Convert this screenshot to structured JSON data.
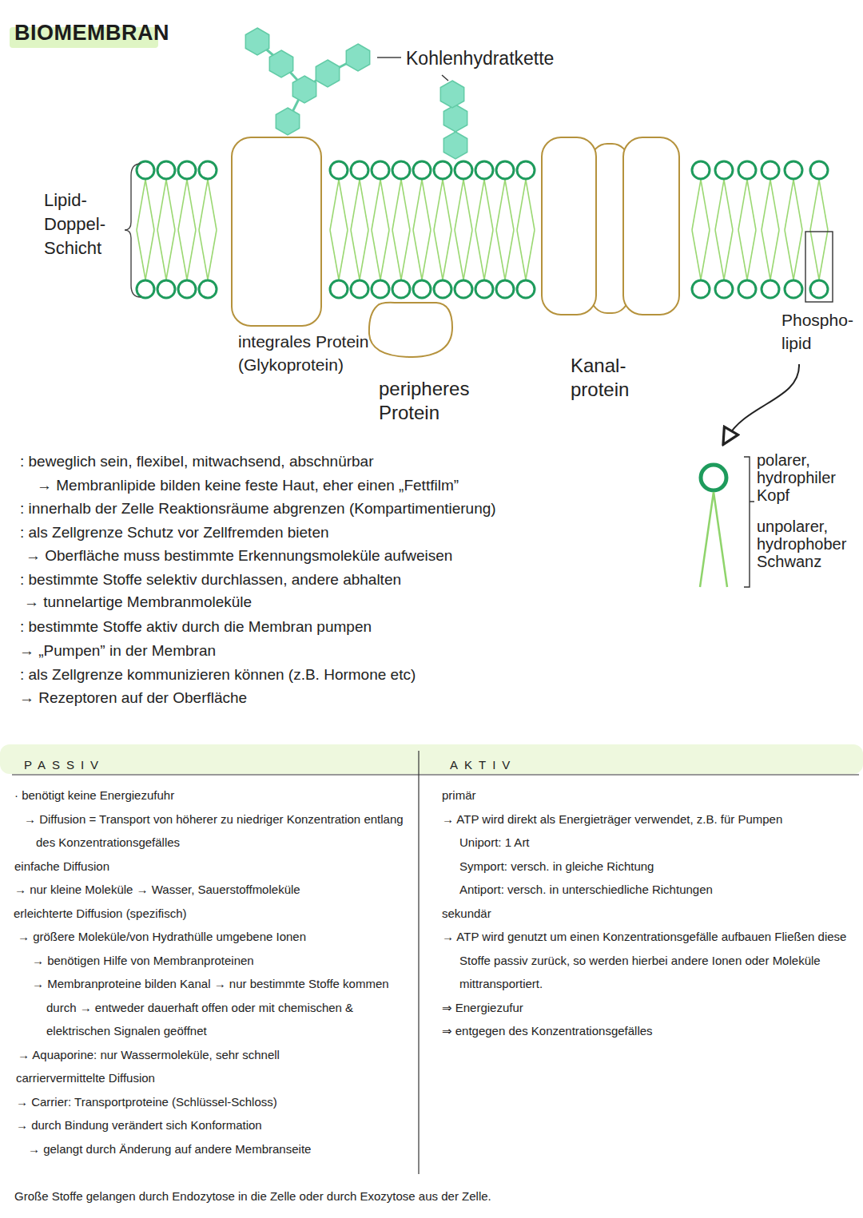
{
  "diagram": {
    "title": "BIOMEMBRAN",
    "nodes": [
      {
        "text": [
          "PASSIV",
          "· benötigt keine Energiezufuhr",
          "→ Diffusion = Transport von höherer zu niedriger Konzentration entlang des Konzentrationsgefälles",
          "einfache Diffusion",
          "→ nur kleine Moleküle → Wasser, Sauerstoffmoleküle",
          "erleichterte Diffusion (spezifisch)",
          "→ größere Moleküle/von Hydrathülle umgebene Ionen",
          "→ benötigen Hilfe von Membranproteinen",
          "→ Membranproteine bilden Kanal → nur bestimmte Stoffe kommen durch → entweder dauerhaft offen oder mit chemischen & elektrischen Signalen geöffnet",
          "→ Aquaporine: nur Wassermoleküle, sehr schnell",
          "carriervermittelte Diffusion",
          "→ Carrier: Transportproteine (Schlüssel-Schloss)",
          "→ durch Bindung verändert sich Konformation",
          "→ gelangt durch Änderung auf andere Membranseite"
        ]
      },
      {
        "text": [
          "AKTIV",
          "primär",
          "→ ATP wird direkt als Energieträger verwendet, z.B. für Pumpen",
          "Uniport: 1 Art",
          "Symport: versch. in gleiche Richtung",
          "Antiport: versch. in unterschiedliche Richtungen",
          "sekundär",
          "→ ATP wird genutzt um einen Konzentrationsgefälle aufbauen Fließen diese Stoffe passiv zurück, so werden hierbei andere Ionen oder Moleküle mittransportiert.",
          "⇒ Energiezufur",
          "⇒ entgegen des Konzentrationsgefälles"
        ]
      }
    ],
    "labels": [
      "Kohlenhydratkette",
      "Lipid- Doppel- Schicht",
      "integrales Protein (Glykoprotein)",
      "peripheres Protein",
      "Kanal- protein",
      "Phospho- lipid",
      "polarer, hydrophiler Kopf",
      "unpolarer, hydrophober Schwanz",
      ": beweglich sein, flexibel, mitwachsend, abschnürbar",
      "→ Membranlipide bilden keine feste Haut, eher einen „Fettfilm”",
      ": innerhalb der Zelle Reaktionsräume abgrenzen (Kompartimentierung)",
      ": als Zellgrenze Schutz vor Zellfremden bieten",
      "→ Oberfläche muss bestimmte Erkennungsmoleküle aufweisen",
      ": bestimmte Stoffe selektiv durchlassen, andere abhalten",
      "→ tunnelartige Membranmoleküle",
      ": bestimmte Stoffe aktiv durch die Membran pumpen",
      "→ „Pumpen” in der Membran",
      ": als Zellgrenze kommunizieren können (z.B. Hormone etc)",
      "→ Rezeptoren auf der Oberfläche",
      "Große Stoffe gelangen durch Endozytose in die Zelle oder durch Exozytose aus der Zelle."
    ]
  }
}
